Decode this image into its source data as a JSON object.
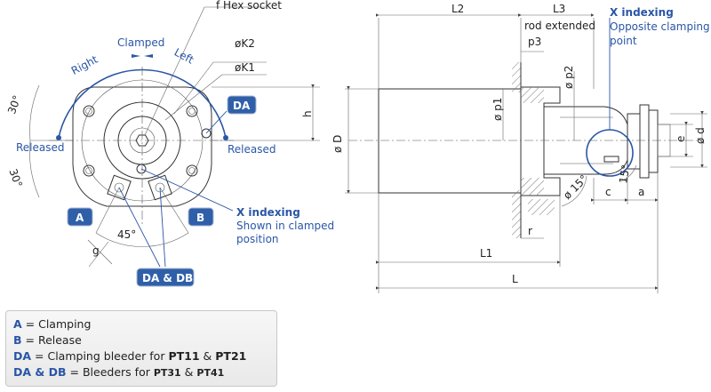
{
  "front_view": {
    "hex_label": "f  Hex socket",
    "clamped": "Clamped",
    "right": "Right",
    "left": "Left",
    "released_left": "Released",
    "released_right": "Released",
    "angle_top": "30°",
    "angle_bottom": "30°",
    "k2": "øK2",
    "k1": "øK1",
    "h": "h",
    "angle_45": "45°",
    "g": "g",
    "x_indexing_title": "X indexing",
    "x_indexing_line1": "Shown in clamped",
    "x_indexing_line2": "position",
    "badge_a": "A",
    "badge_b": "B",
    "badge_da": "DA",
    "badge_dadb": "DA & DB"
  },
  "side_view": {
    "l2": "L2",
    "l3": "L3",
    "rod_extended": "rod extended",
    "p3": "p3",
    "p1": "ø p1",
    "p2": "ø p2",
    "d_big": "ø D",
    "angle_15_a": "ø 15°",
    "angle_15_b": "15°",
    "r": "r",
    "l1": "L1",
    "l": "L",
    "c": "c",
    "a": "a",
    "e": "e",
    "d_small": "ø d",
    "x_indexing_title": "X indexing",
    "x_indexing_line1": "Opposite clamping",
    "x_indexing_line2": "point"
  },
  "legend": {
    "a_key": "A",
    "a_text": " = Clamping",
    "b_key": "B",
    "b_text": " = Release",
    "da_key": "DA",
    "da_text": " = Clamping bleeder for ",
    "da_pt11": "PT11",
    "da_amp": " & ",
    "da_pt21": "PT21",
    "dadb_key": "DA & DB",
    "dadb_text": " = Bleeders for ",
    "dadb_pt31": "PT31",
    "dadb_amp": " & ",
    "dadb_pt41": "PT41"
  },
  "colors": {
    "accent": "#2a56a6",
    "badge": "#2f5fa8"
  }
}
